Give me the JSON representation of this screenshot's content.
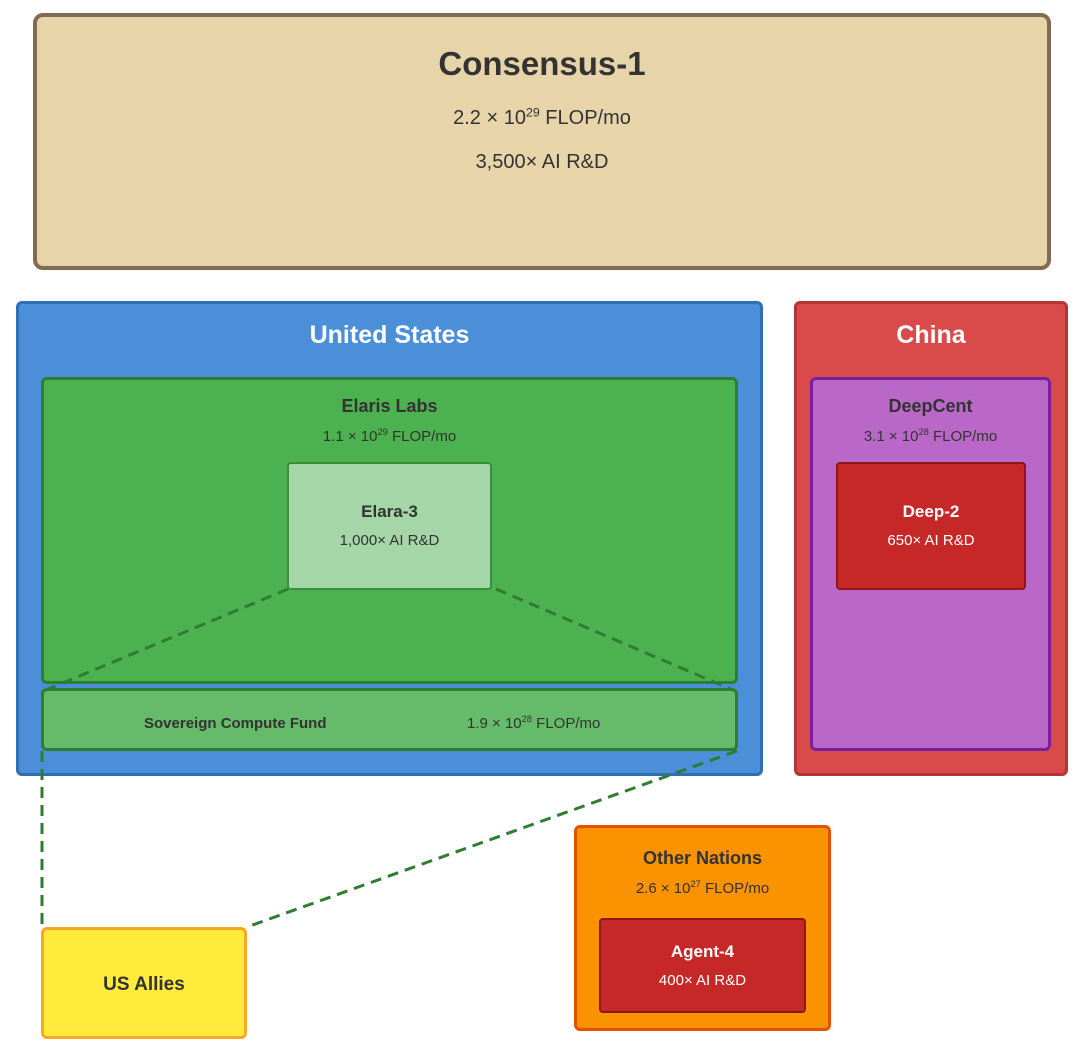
{
  "consensus": {
    "name": "Consensus-1",
    "compute_base": "2.2 × 10",
    "compute_exp": "29",
    "compute_unit": " FLOP/mo",
    "rd": "3,500× AI R&D"
  },
  "united_states": {
    "name": "United States"
  },
  "elaris_labs": {
    "name": "Elaris Labs",
    "compute_base": "1.1 × 10",
    "compute_exp": "29",
    "compute_unit": " FLOP/mo"
  },
  "elara3": {
    "name": "Elara-3",
    "rd": "1,000× AI R&D"
  },
  "sovereign_fund": {
    "name": "Sovereign Compute Fund",
    "compute_base": "1.9 × 10",
    "compute_exp": "28",
    "compute_unit": " FLOP/mo"
  },
  "china": {
    "name": "China"
  },
  "deepcent": {
    "name": "DeepCent",
    "compute_base": "3.1 × 10",
    "compute_exp": "28",
    "compute_unit": " FLOP/mo"
  },
  "deep2": {
    "name": "Deep-2",
    "rd": "650× AI R&D"
  },
  "other_nations": {
    "name": "Other Nations",
    "compute_base": "2.6 × 10",
    "compute_exp": "27",
    "compute_unit": " FLOP/mo"
  },
  "agent4": {
    "name": "Agent-4",
    "rd": "400× AI R&D"
  },
  "us_allies": {
    "name": "US Allies"
  },
  "colors": {
    "consensus_fill": "#e8d4a9",
    "us_fill": "#4a8fd7",
    "china_fill": "#d94b4b",
    "elaris_fill": "#4cb14f",
    "elara_fill": "#a5d6a7",
    "fund_fill": "#66bb6a",
    "deepcent_fill": "#ba68c8",
    "model_red": "#c62828",
    "other_fill": "#fb9200",
    "allies_fill": "#ffeb3b",
    "connector": "#2e7d32"
  }
}
